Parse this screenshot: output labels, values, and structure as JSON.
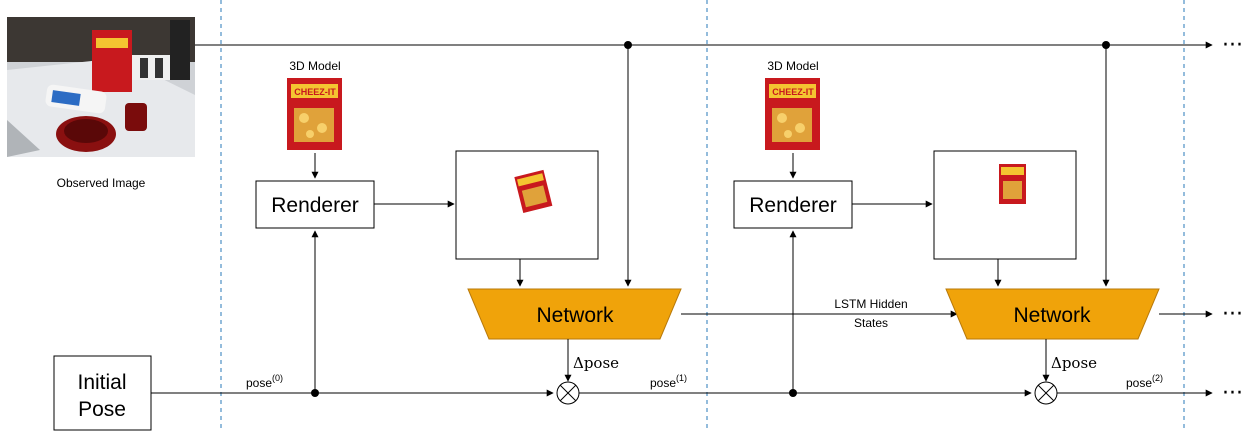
{
  "labels": {
    "observed_image": "Observed Image",
    "model_1": "3D Model",
    "model_2": "3D Model",
    "renderer_1": "Renderer",
    "renderer_2": "Renderer",
    "network_1": "Network",
    "network_2": "Network",
    "initial_pose_line1": "Initial",
    "initial_pose_line2": "Pose",
    "pose_base": "pose",
    "pose0_sup": "(0)",
    "pose1_sup": "(1)",
    "pose2_sup": "(2)",
    "delta_pose_1": "Δpose",
    "delta_pose_2": "Δpose",
    "lstm_line1": "LSTM Hidden",
    "lstm_line2": "States",
    "continuation": "···",
    "cereal_brand": "CHEEZ-IT"
  },
  "colors": {
    "network_fill": "#f0a30a",
    "network_stroke": "#b8790a",
    "divider": "#2a7ab8",
    "cereal_red": "#c8191e",
    "cereal_yellow": "#f4c531"
  },
  "icons": [
    "observed-image",
    "cheezit-box-icon",
    "rendered-object-icon",
    "multiply-circle-icon",
    "arrow-icon"
  ]
}
